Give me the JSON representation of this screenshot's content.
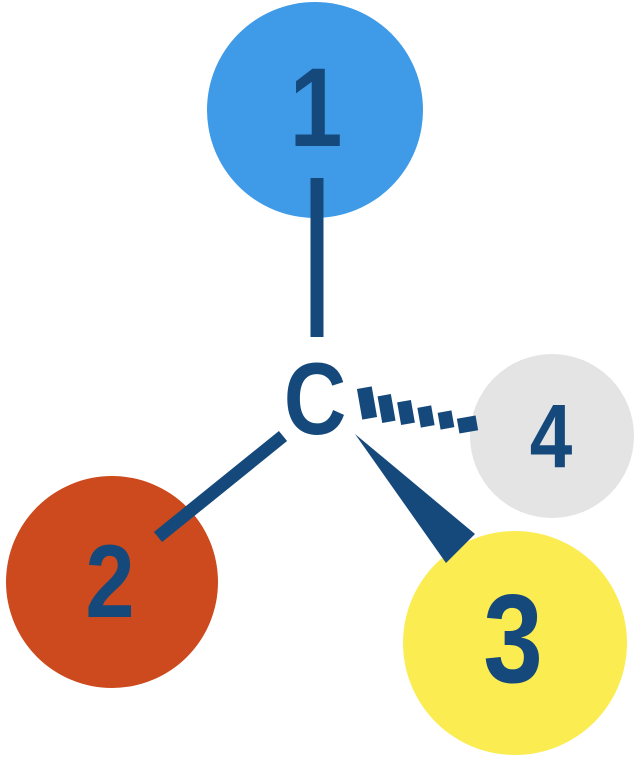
{
  "figure": {
    "central_atom": "C",
    "colors": {
      "bond": "#15497B",
      "label": "#15497B",
      "background": "#FFFFFF"
    },
    "substituents": [
      {
        "label": "1",
        "color": "#3F9BE8",
        "bond_type": "plain-line",
        "position": "top"
      },
      {
        "label": "2",
        "color": "#CC4A1D",
        "bond_type": "plain-line",
        "position": "lower-left"
      },
      {
        "label": "3",
        "color": "#FBEC52",
        "bond_type": "solid-wedge",
        "position": "lower-right"
      },
      {
        "label": "4",
        "color": "#E4E4E4",
        "bond_type": "hashed-wedge",
        "position": "right"
      }
    ]
  }
}
